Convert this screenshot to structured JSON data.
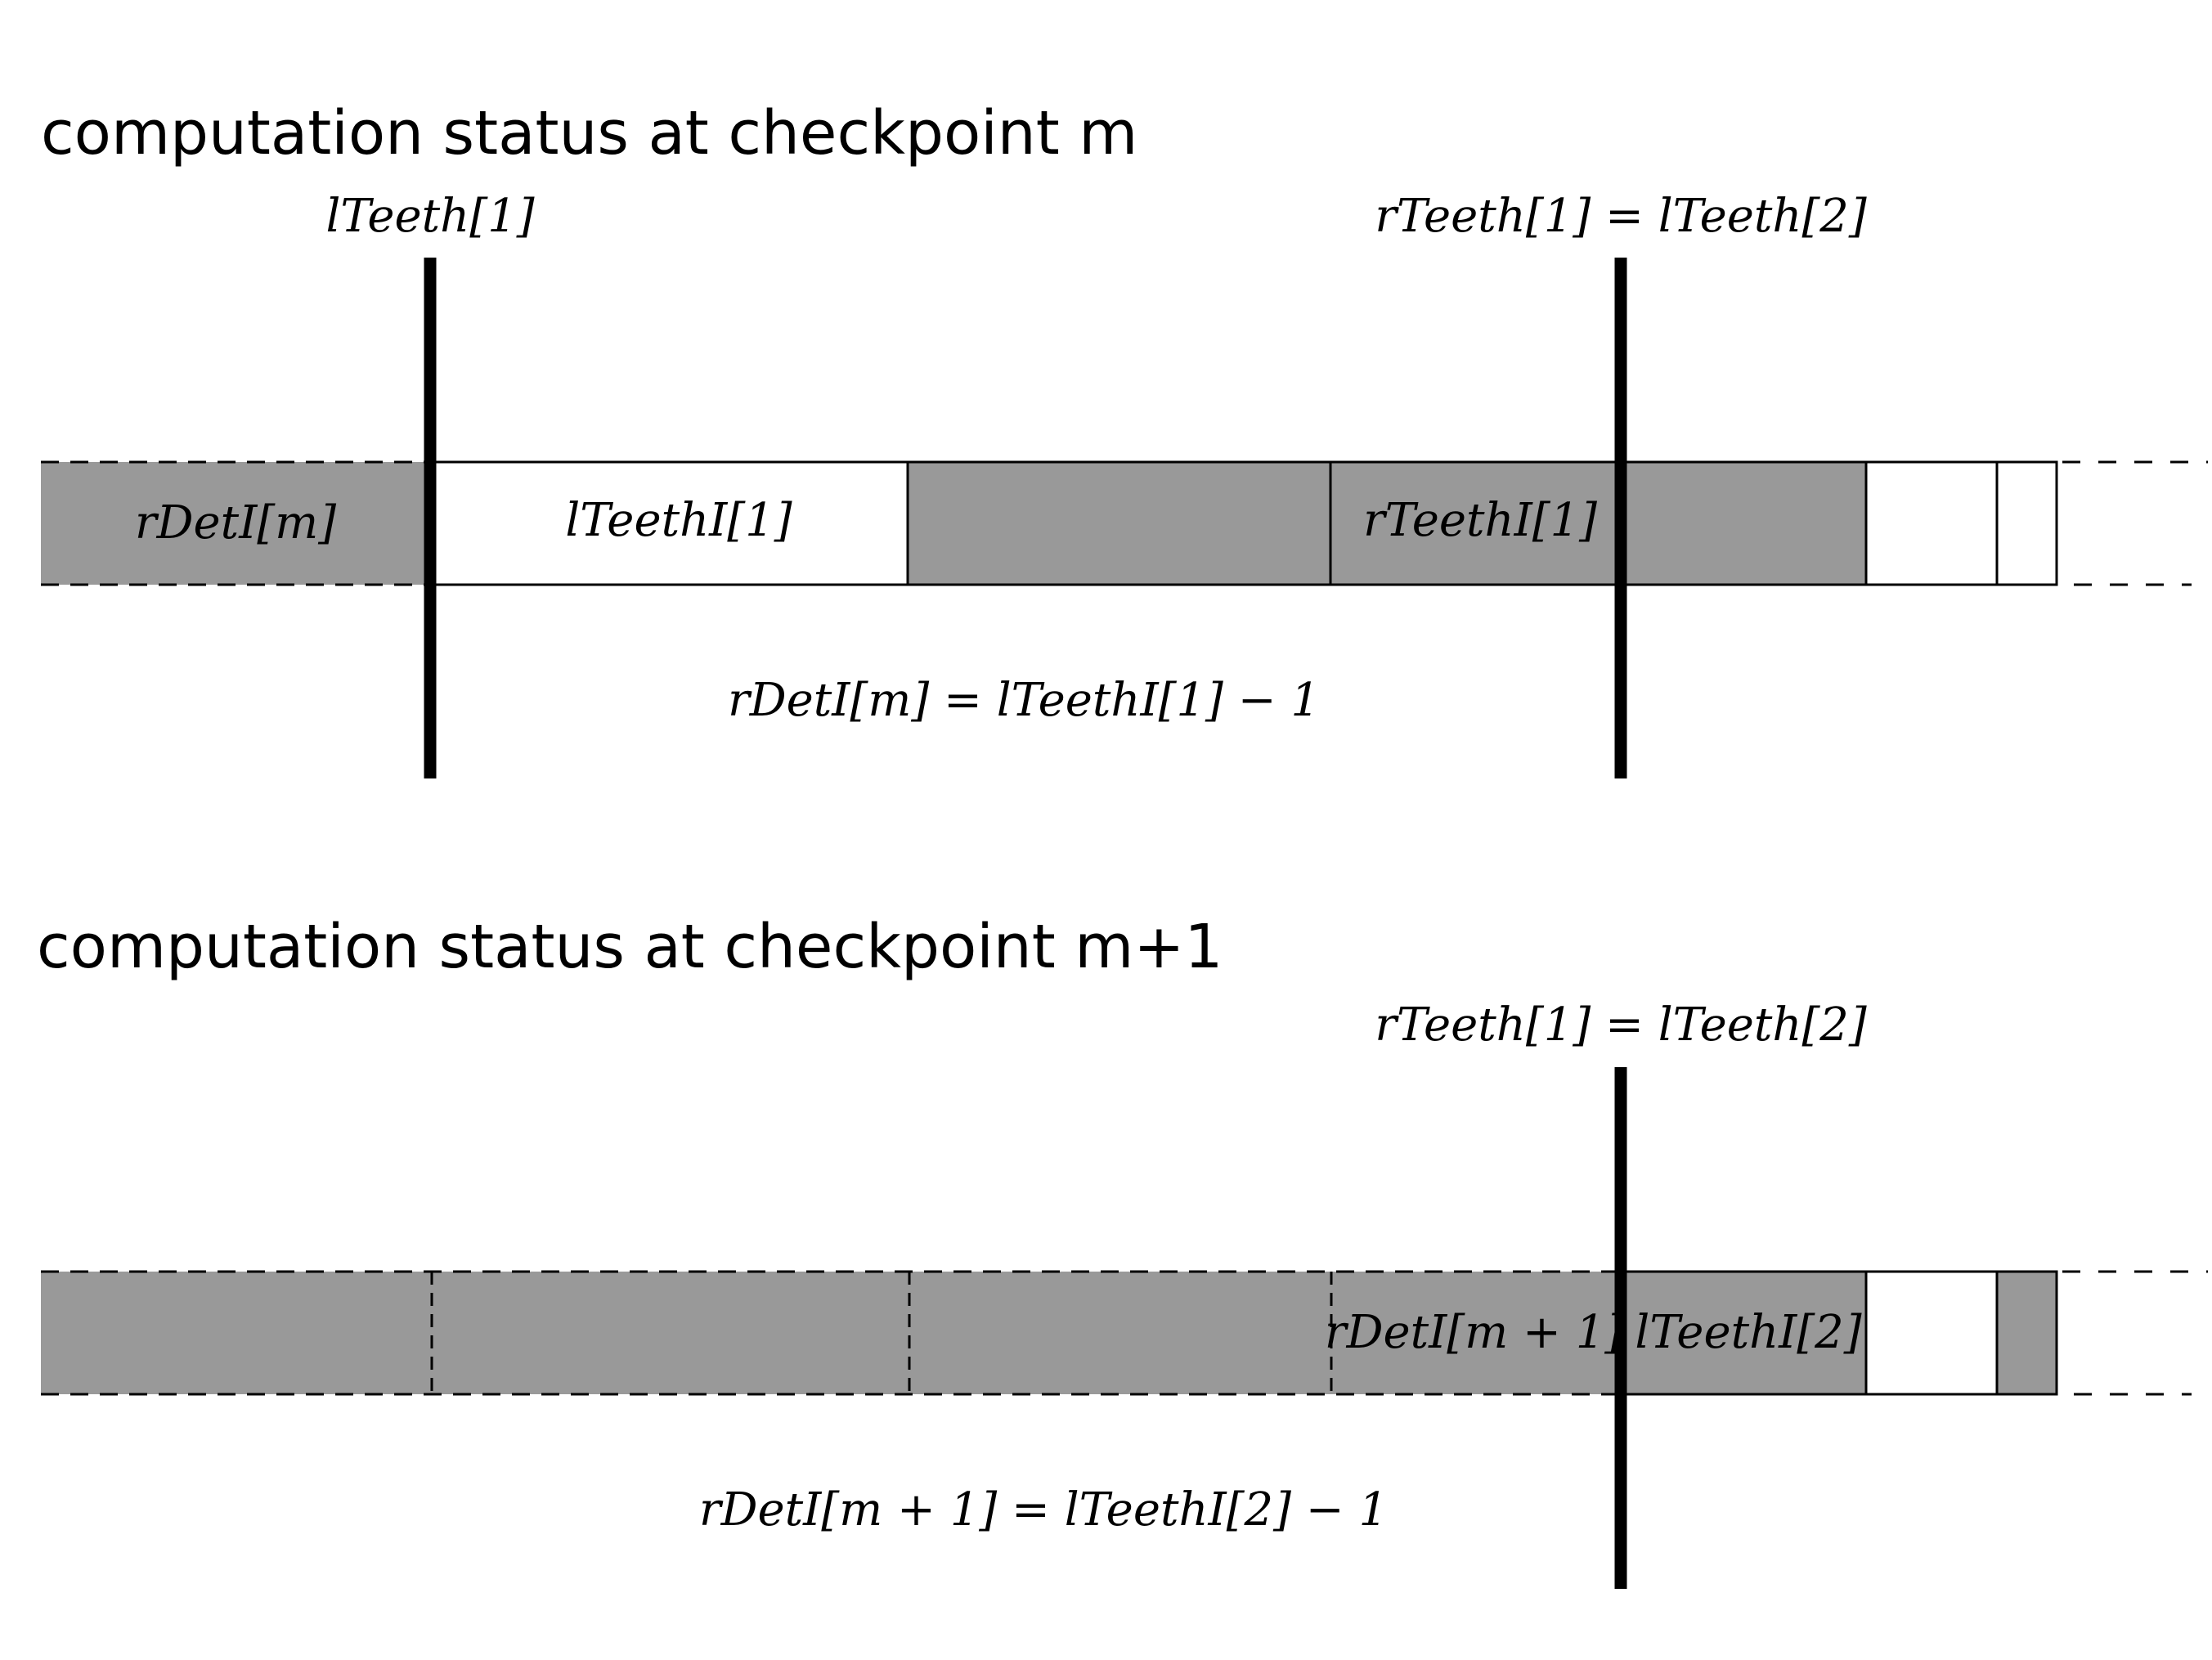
{
  "colors": {
    "processed": "#999999",
    "unprocessed": "#ffffff",
    "stroke": "#000000",
    "tooth_line": "#000000"
  },
  "panels": [
    {
      "title": "computation status at checkpoint m",
      "tooth_labels": [
        "lTeeth[1]",
        "rTeeth[1] = lTeeth[2]"
      ],
      "segment_labels": [
        "rDetI[m]",
        "lTeethI[1]",
        "rTeethI[1]"
      ],
      "relation": "rDetI[m] = lTeethI[1] − 1"
    },
    {
      "title": "computation status at checkpoint m+1",
      "tooth_labels": [
        "rTeeth[1] = lTeeth[2]"
      ],
      "segment_labels": [
        "rDetI[m + 1]",
        "lTeethI[2]"
      ],
      "relation": "rDetI[m + 1] = lTeethI[2] − 1"
    }
  ]
}
